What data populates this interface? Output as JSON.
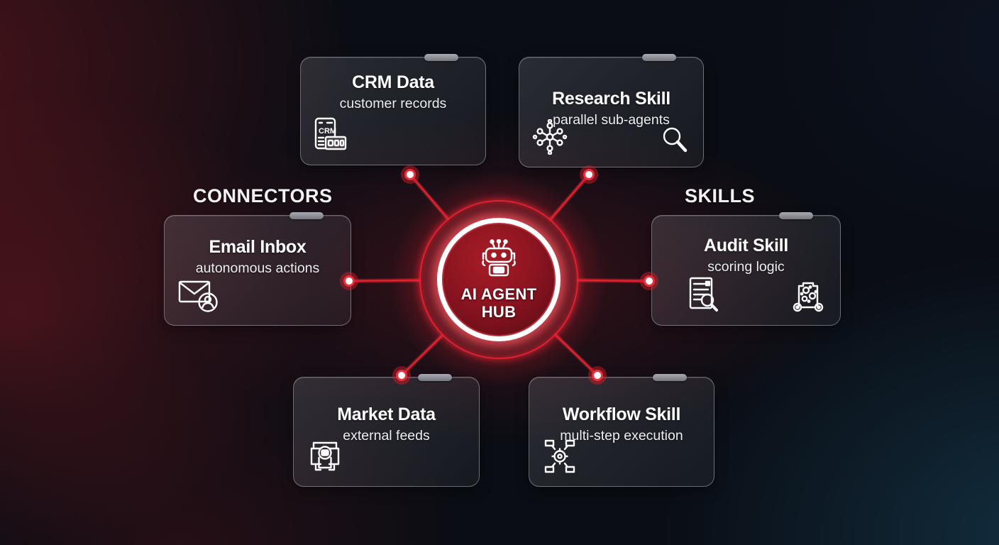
{
  "hub": {
    "label_line1": "AI AGENT",
    "label_line2": "HUB"
  },
  "sections": {
    "connectors_label": "CONNECTORS",
    "skills_label": "SKILLS"
  },
  "cards": [
    {
      "id": "crm-data",
      "group": "connectors",
      "title": "CRM Data",
      "subtitle": "customer records",
      "icons": [
        "crm-document-icon"
      ]
    },
    {
      "id": "research-skill",
      "group": "skills",
      "title": "Research Skill",
      "subtitle": "parallel sub-agents",
      "icons": [
        "network-nodes-icon",
        "magnifier-icon"
      ]
    },
    {
      "id": "email-inbox",
      "group": "connectors",
      "title": "Email Inbox",
      "subtitle": "autonomous actions",
      "icons": [
        "envelope-user-icon"
      ]
    },
    {
      "id": "audit-skill",
      "group": "skills",
      "title": "Audit Skill",
      "subtitle": "scoring logic",
      "icons": [
        "document-magnifier-icon",
        "gear-machine-icon"
      ]
    },
    {
      "id": "market-data",
      "group": "connectors",
      "title": "Market Data",
      "subtitle": "external feeds",
      "icons": [
        "feeds-frames-icon"
      ]
    },
    {
      "id": "workflow-skill",
      "group": "skills",
      "title": "Workflow Skill",
      "subtitle": "multi-step execution",
      "icons": [
        "workflow-gear-icon"
      ]
    }
  ],
  "icon_glyphs": {
    "crm_label": "CRM"
  },
  "colors": {
    "accent_red": "#e5202e",
    "hub_core_red": "#8a1420",
    "ring_white": "#ffffff",
    "tab_gray": "#9a9aa2",
    "bg_left_red": "#4d151b",
    "bg_right_navy": "#0a0e16",
    "bg_bottom_teal": "#163043",
    "card_border": "rgba(205,210,220,0.42)"
  }
}
